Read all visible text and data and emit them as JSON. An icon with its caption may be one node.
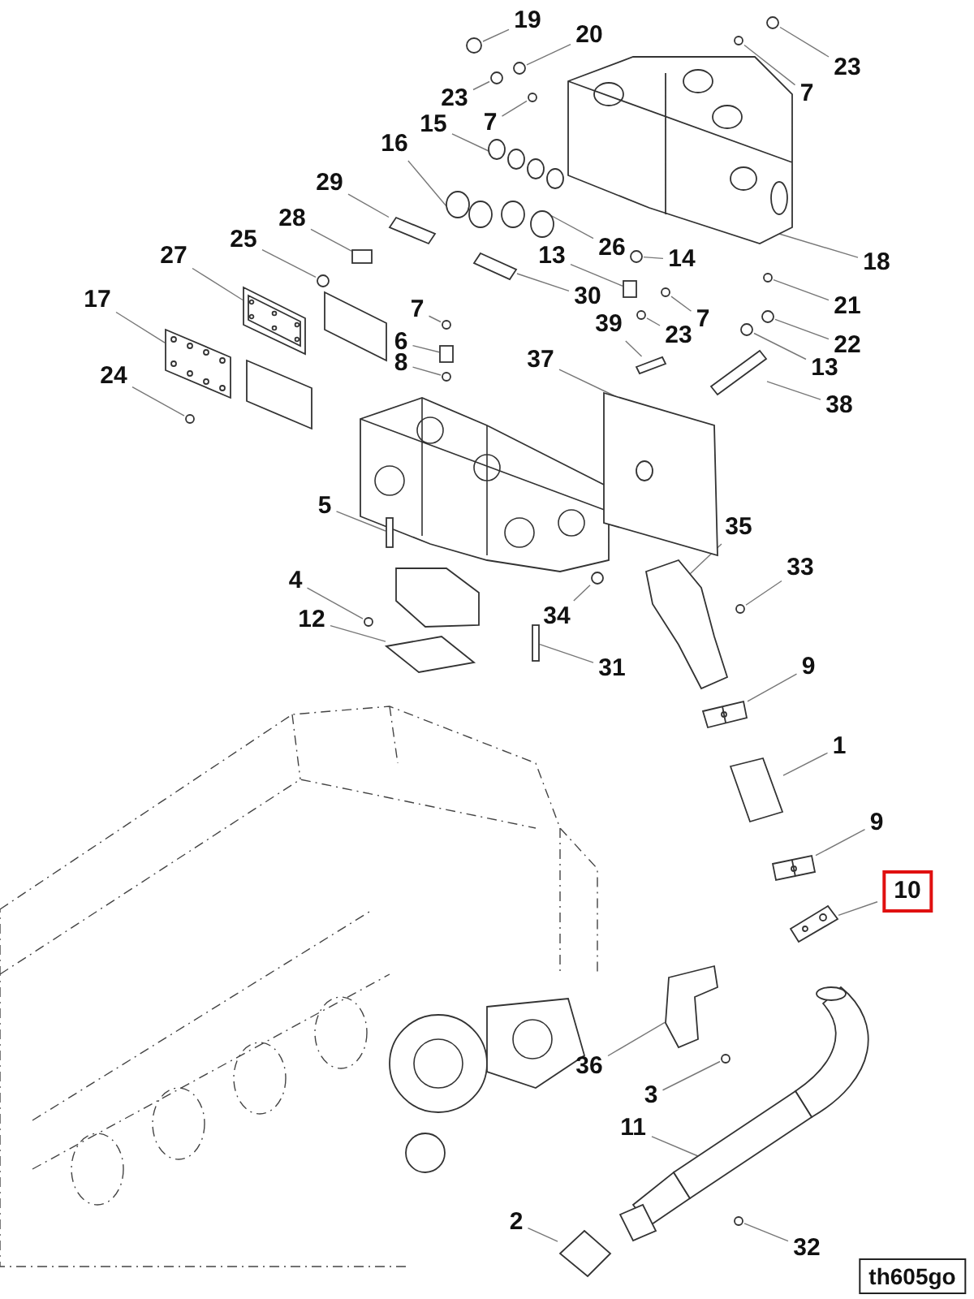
{
  "diagram": {
    "nodes": [
      {
        "text": [
          "19"
        ]
      },
      {
        "text": [
          "20"
        ]
      },
      {
        "text": [
          "23"
        ]
      },
      {
        "text": [
          "23"
        ]
      },
      {
        "text": [
          "7"
        ]
      },
      {
        "text": [
          "7"
        ]
      },
      {
        "text": [
          "15"
        ]
      },
      {
        "text": [
          "16"
        ]
      },
      {
        "text": [
          "29"
        ]
      },
      {
        "text": [
          "28"
        ]
      },
      {
        "text": [
          "25"
        ]
      },
      {
        "text": [
          "13"
        ]
      },
      {
        "text": [
          "26"
        ]
      },
      {
        "text": [
          "14"
        ]
      },
      {
        "text": [
          "27"
        ]
      },
      {
        "text": [
          "18"
        ]
      },
      {
        "text": [
          "30"
        ]
      },
      {
        "text": [
          "17"
        ]
      },
      {
        "text": [
          "21"
        ]
      },
      {
        "text": [
          "7"
        ]
      },
      {
        "text": [
          "7"
        ]
      },
      {
        "text": [
          "39"
        ]
      },
      {
        "text": [
          "23"
        ]
      },
      {
        "text": [
          "6"
        ]
      },
      {
        "text": [
          "22"
        ]
      },
      {
        "text": [
          "37"
        ]
      },
      {
        "text": [
          "8"
        ]
      },
      {
        "text": [
          "13"
        ]
      },
      {
        "text": [
          "24"
        ]
      },
      {
        "text": [
          "38"
        ]
      },
      {
        "text": [
          "5"
        ]
      },
      {
        "text": [
          "35"
        ]
      },
      {
        "text": [
          "33"
        ]
      },
      {
        "text": [
          "4"
        ]
      },
      {
        "text": [
          "34"
        ]
      },
      {
        "text": [
          "12"
        ]
      },
      {
        "text": [
          "9"
        ]
      },
      {
        "text": [
          "31"
        ]
      },
      {
        "text": [
          "1"
        ]
      },
      {
        "text": [
          "9"
        ]
      },
      {
        "text": [
          "10"
        ]
      },
      {
        "text": [
          "36"
        ]
      },
      {
        "text": [
          "3"
        ]
      },
      {
        "text": [
          "11"
        ]
      },
      {
        "text": [
          "2"
        ]
      },
      {
        "text": [
          "32"
        ]
      },
      {
        "text": [],
        "shape": "circle"
      },
      {
        "text": [],
        "shape": "circle"
      },
      {
        "text": [],
        "shape": "circle"
      },
      {
        "text": [],
        "shape": "circle"
      },
      {
        "text": [],
        "shape": "circle"
      },
      {
        "text": [],
        "shape": "circle"
      },
      {
        "text": [],
        "shape": "picture"
      },
      {
        "text": [],
        "shape": "picture"
      },
      {
        "text": [],
        "shape": "picture"
      },
      {
        "text": [],
        "shape": "box"
      },
      {
        "text": [],
        "shape": "circle"
      },
      {
        "text": [],
        "shape": "picture"
      },
      {
        "text": [],
        "shape": "box"
      },
      {
        "text": [],
        "shape": "circle"
      },
      {
        "text": [],
        "shape": "picture"
      },
      {
        "text": [],
        "shape": "circle"
      },
      {
        "text": [],
        "shape": "circle"
      },
      {
        "text": [],
        "shape": "circle"
      },
      {
        "text": [],
        "shape": "picture"
      },
      {
        "text": [],
        "shape": "circle"
      },
      {
        "text": [],
        "shape": "box"
      },
      {
        "text": [],
        "shape": "circle"
      },
      {
        "text": [],
        "shape": "picture"
      },
      {
        "text": [],
        "shape": "circle"
      },
      {
        "text": [],
        "shape": "circle"
      },
      {
        "text": [],
        "shape": "picture"
      },
      {
        "text": [],
        "shape": "picture"
      },
      {
        "text": [],
        "shape": "circle"
      },
      {
        "text": [],
        "shape": "picture"
      },
      {
        "text": [],
        "shape": "box"
      },
      {
        "text": [],
        "shape": "picture"
      },
      {
        "text": [],
        "shape": "circle"
      },
      {
        "text": [],
        "shape": "circle"
      },
      {
        "text": [],
        "shape": "circle"
      },
      {
        "text": [],
        "shape": "picture"
      },
      {
        "text": [],
        "shape": "picture"
      },
      {
        "text": [],
        "shape": "box"
      },
      {
        "text": [],
        "shape": "picture"
      },
      {
        "text": [],
        "shape": "picture"
      },
      {
        "text": [],
        "shape": "picture"
      },
      {
        "text": [],
        "shape": "picture"
      },
      {
        "text": [],
        "shape": "circle"
      },
      {
        "text": [],
        "shape": "picture"
      },
      {
        "text": [],
        "shape": "picture"
      },
      {
        "text": [],
        "shape": "circle"
      }
    ],
    "edges": [
      {
        "from": 0,
        "to": 46,
        "arrow": "none"
      },
      {
        "from": 1,
        "to": 47,
        "arrow": "none"
      },
      {
        "from": 2,
        "to": 48,
        "arrow": "none"
      },
      {
        "from": 3,
        "to": 49,
        "arrow": "none"
      },
      {
        "from": 4,
        "to": 50,
        "arrow": "none"
      },
      {
        "from": 5,
        "to": 51,
        "arrow": "none"
      },
      {
        "from": 6,
        "to": 52,
        "arrow": "none"
      },
      {
        "from": 7,
        "to": 53,
        "arrow": "none"
      },
      {
        "from": 8,
        "to": 54,
        "arrow": "none"
      },
      {
        "from": 9,
        "to": 55,
        "arrow": "none"
      },
      {
        "from": 10,
        "to": 56,
        "arrow": "none"
      },
      {
        "from": 11,
        "to": 58,
        "arrow": "none"
      },
      {
        "from": 12,
        "to": 53,
        "arrow": "none"
      },
      {
        "from": 13,
        "to": 59,
        "arrow": "none"
      },
      {
        "from": 14,
        "to": 72,
        "arrow": "none"
      },
      {
        "from": 15,
        "to": 60,
        "arrow": "none"
      },
      {
        "from": 16,
        "to": 57,
        "arrow": "none"
      },
      {
        "from": 17,
        "to": 71,
        "arrow": "none"
      },
      {
        "from": 18,
        "to": 61,
        "arrow": "none"
      },
      {
        "from": 19,
        "to": 62,
        "arrow": "none"
      },
      {
        "from": 20,
        "to": 63,
        "arrow": "none"
      },
      {
        "from": 21,
        "to": 64,
        "arrow": "none"
      },
      {
        "from": 22,
        "to": 65,
        "arrow": "none"
      },
      {
        "from": 23,
        "to": 66,
        "arrow": "none"
      },
      {
        "from": 24,
        "to": 67,
        "arrow": "none"
      },
      {
        "from": 25,
        "to": 68,
        "arrow": "none"
      },
      {
        "from": 26,
        "to": 69,
        "arrow": "none"
      },
      {
        "from": 27,
        "to": 70,
        "arrow": "none"
      },
      {
        "from": 28,
        "to": 73,
        "arrow": "none"
      },
      {
        "from": 29,
        "to": 74,
        "arrow": "none"
      },
      {
        "from": 30,
        "to": 75,
        "arrow": "none"
      },
      {
        "from": 31,
        "to": 76,
        "arrow": "none"
      },
      {
        "from": 32,
        "to": 77,
        "arrow": "none"
      },
      {
        "from": 33,
        "to": 78,
        "arrow": "none"
      },
      {
        "from": 34,
        "to": 79,
        "arrow": "none"
      },
      {
        "from": 35,
        "to": 80,
        "arrow": "none"
      },
      {
        "from": 36,
        "to": 81,
        "arrow": "none"
      },
      {
        "from": 37,
        "to": 82,
        "arrow": "none"
      },
      {
        "from": 38,
        "to": 83,
        "arrow": "none"
      },
      {
        "from": 39,
        "to": 84,
        "arrow": "none"
      },
      {
        "from": 40,
        "to": 85,
        "arrow": "none"
      },
      {
        "from": 41,
        "to": 86,
        "arrow": "none"
      },
      {
        "from": 42,
        "to": 87,
        "arrow": "none"
      },
      {
        "from": 43,
        "to": 88,
        "arrow": "none"
      },
      {
        "from": 44,
        "to": 89,
        "arrow": "none"
      },
      {
        "from": 45,
        "to": 90,
        "arrow": "none"
      }
    ],
    "labels": [
      "th605go"
    ]
  }
}
